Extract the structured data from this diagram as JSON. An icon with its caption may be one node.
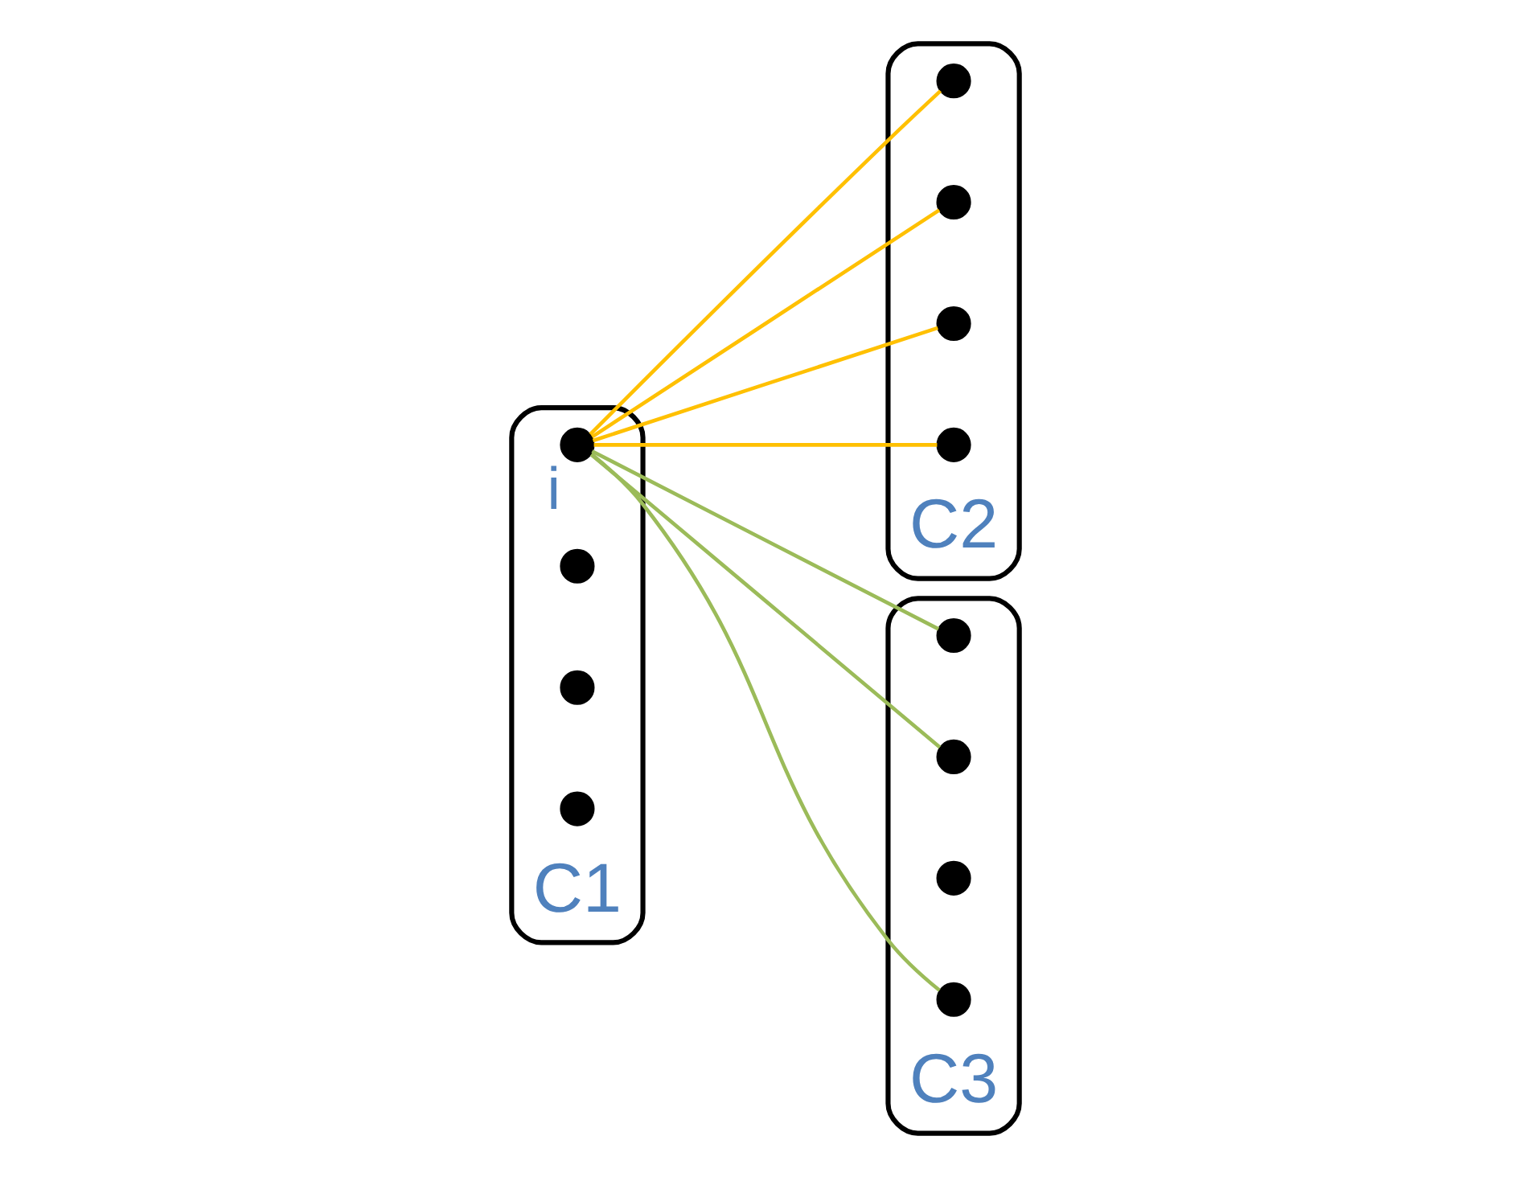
{
  "diagram": {
    "nodes": [
      {
        "text": [
          "C1"
        ]
      },
      {
        "text": [],
        "shape": "circle",
        "in": 0,
        "beside": [
          "i"
        ]
      },
      {
        "text": [],
        "shape": "circle",
        "in": 0
      },
      {
        "text": [],
        "shape": "circle",
        "in": 0
      },
      {
        "text": [],
        "shape": "circle",
        "in": 0
      },
      {
        "text": [
          "C2"
        ]
      },
      {
        "text": [],
        "shape": "circle",
        "in": 5
      },
      {
        "text": [],
        "shape": "circle",
        "in": 5
      },
      {
        "text": [],
        "shape": "circle",
        "in": 5
      },
      {
        "text": [],
        "shape": "circle",
        "in": 5
      },
      {
        "text": [
          "C3"
        ]
      },
      {
        "text": [],
        "shape": "circle",
        "in": 10
      },
      {
        "text": [],
        "shape": "circle",
        "in": 10
      },
      {
        "text": [],
        "shape": "circle",
        "in": 10
      },
      {
        "text": [],
        "shape": "circle",
        "in": 10
      }
    ],
    "edges": [
      {
        "from": 1,
        "to": 6,
        "arrow": "none",
        "color": "#ffc000"
      },
      {
        "from": 1,
        "to": 7,
        "arrow": "none",
        "color": "#ffc000"
      },
      {
        "from": 1,
        "to": 8,
        "arrow": "none",
        "color": "#ffc000"
      },
      {
        "from": 1,
        "to": 9,
        "arrow": "none",
        "color": "#ffc000"
      },
      {
        "from": 1,
        "to": 11,
        "arrow": "none",
        "color": "#9bbb59"
      },
      {
        "from": 1,
        "to": 12,
        "arrow": "none",
        "color": "#9bbb59"
      },
      {
        "from": 1,
        "to": 14,
        "arrow": "none",
        "color": "#9bbb59"
      }
    ]
  }
}
